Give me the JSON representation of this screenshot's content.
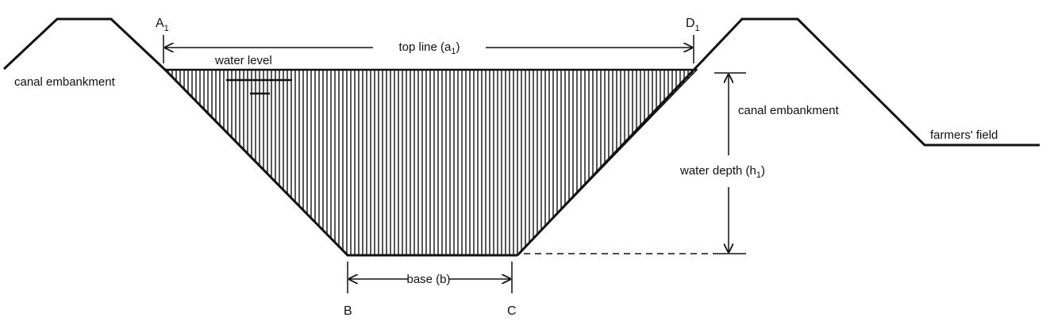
{
  "diagram": {
    "points": {
      "a1": "A",
      "a1_sub": "1",
      "d1": "D",
      "d1_sub": "1",
      "b": "B",
      "c": "C"
    },
    "labels": {
      "top_line_main": "top line (a",
      "top_line_sub": "1",
      "top_line_close": ")",
      "water_level": "water level",
      "canal_embankment_left": "canal embankment",
      "canal_embankment_right": "canal embankment",
      "farmers_field": "farmers' field",
      "water_depth_main": "water depth (h",
      "water_depth_sub": "1",
      "water_depth_close": ")",
      "base": "base (b)"
    },
    "colors": {
      "ink": "#111111",
      "background": "#ffffff"
    }
  }
}
